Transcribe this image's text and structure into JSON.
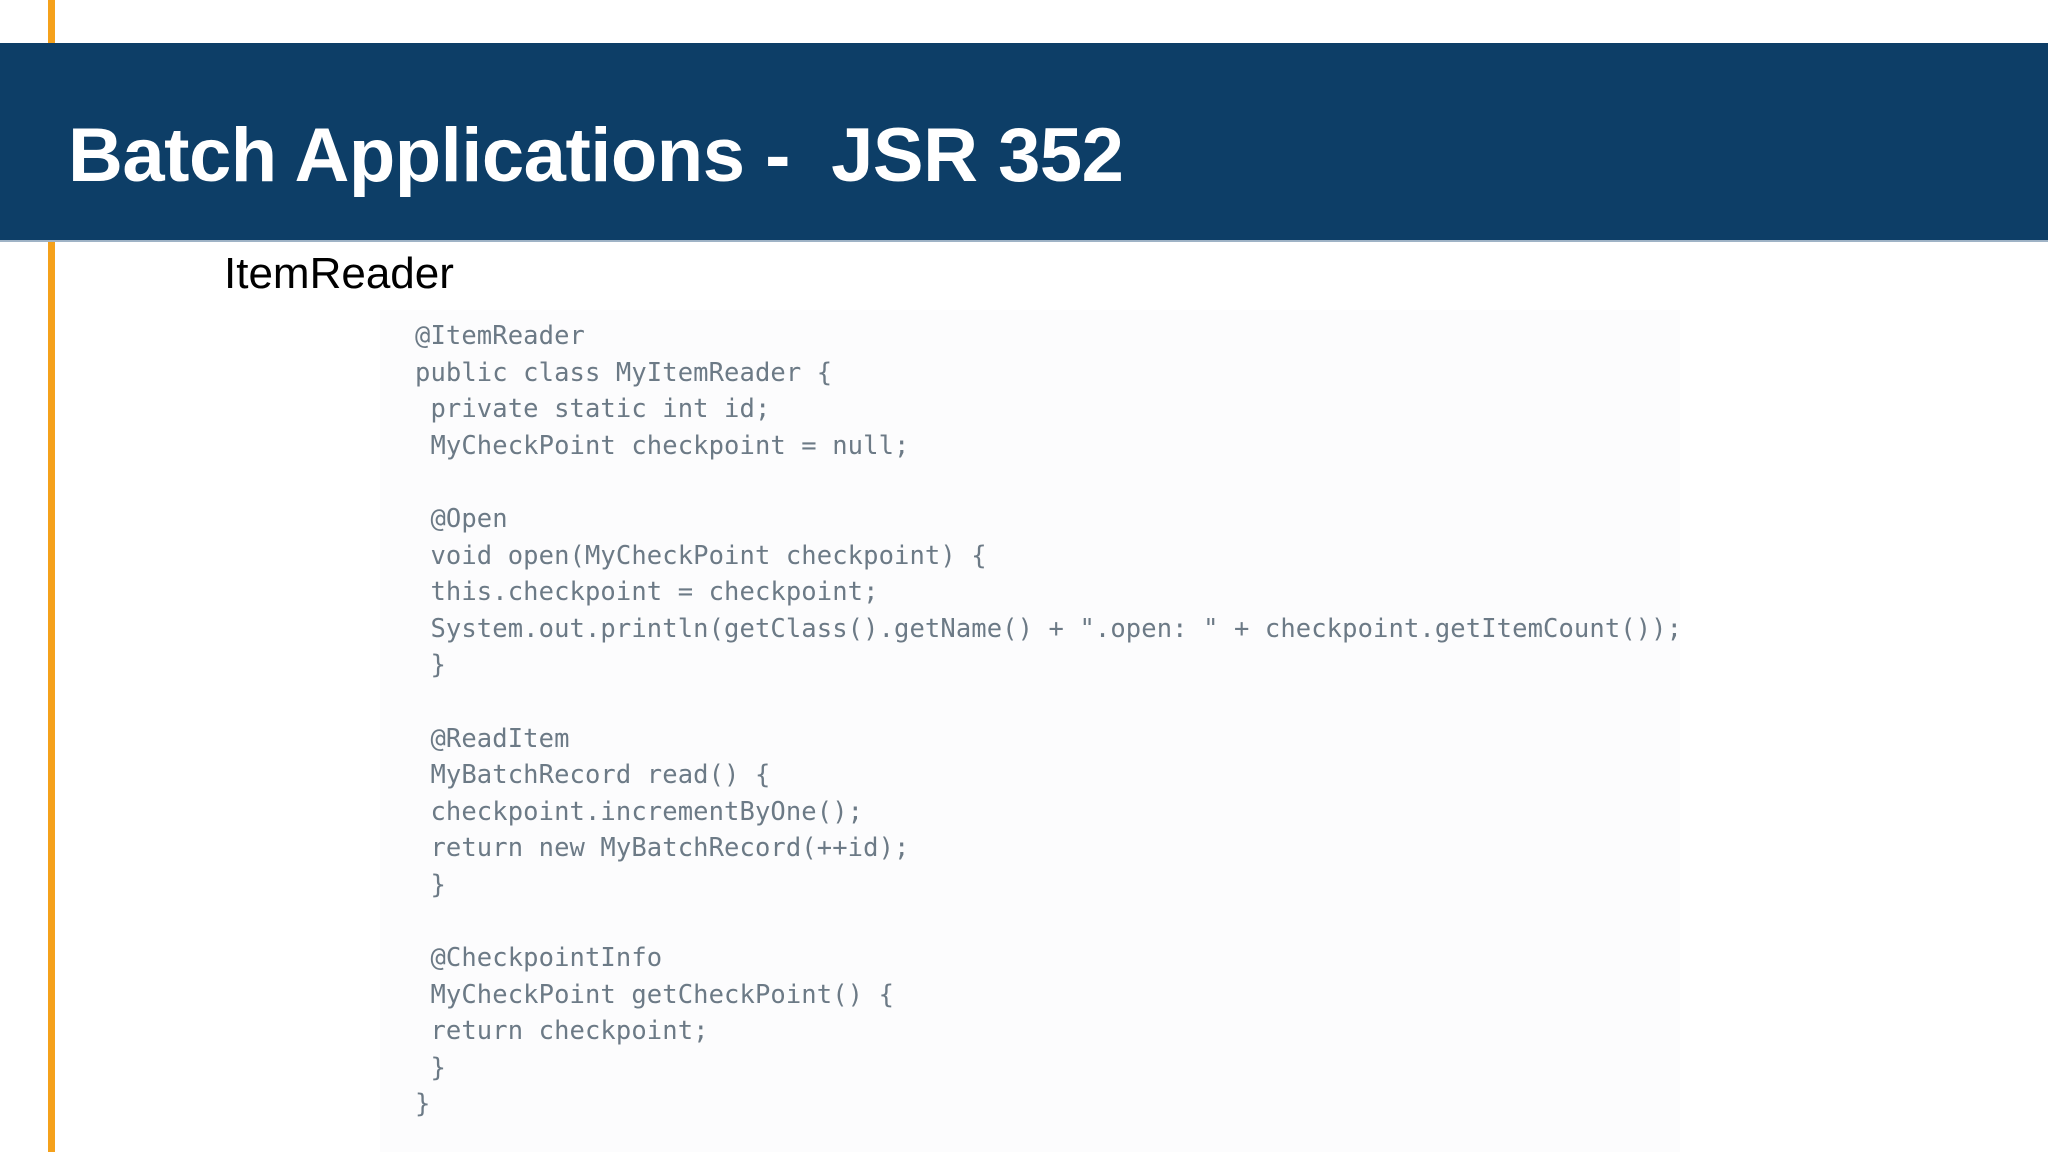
{
  "slide": {
    "title": "Batch Applications -  JSR 352",
    "subtitle": "ItemReader",
    "colors": {
      "banner_background": "#0D3E67",
      "banner_text": "#FFFFFF",
      "accent_rule": "#F5A11B",
      "slide_background": "#FFFFFF",
      "code_text": "#6C7A86",
      "code_background": "#FCFCFD",
      "subtitle_text": "#000000"
    }
  },
  "code": {
    "language": "java",
    "lines": [
      "@ItemReader",
      "public class MyItemReader {",
      " private static int id;",
      " MyCheckPoint checkpoint = null;",
      "",
      " @Open",
      " void open(MyCheckPoint checkpoint) {",
      " this.checkpoint = checkpoint;",
      " System.out.println(getClass().getName() + \".open: \" + checkpoint.getItemCount());",
      " }",
      "",
      " @ReadItem",
      " MyBatchRecord read() {",
      " checkpoint.incrementByOne();",
      " return new MyBatchRecord(++id);",
      " }",
      "",
      " @CheckpointInfo",
      " MyCheckPoint getCheckPoint() {",
      " return checkpoint;",
      " }",
      "}"
    ]
  }
}
